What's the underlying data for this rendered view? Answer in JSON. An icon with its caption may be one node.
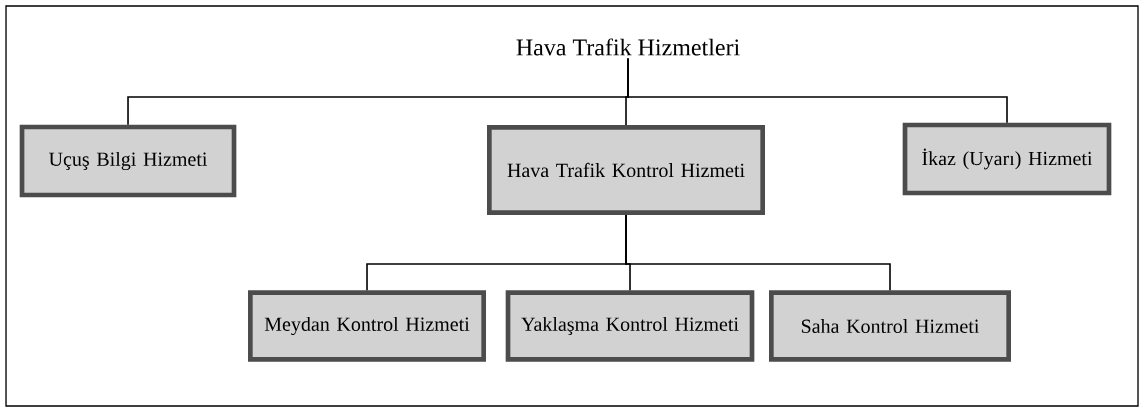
{
  "diagram": {
    "nodes": [
      {
        "text": [
          "Hava Trafik Hizmetleri"
        ]
      },
      {
        "text": [
          "Uçuş Bilgi Hizmeti"
        ]
      },
      {
        "text": [
          "Hava Trafik Kontrol Hizmeti"
        ]
      },
      {
        "text": [
          "İkaz (Uyarı) Hizmeti"
        ]
      },
      {
        "text": [
          "Meydan Kontrol Hizmeti"
        ]
      },
      {
        "text": [
          "Yaklaşma Kontrol Hizmeti"
        ]
      },
      {
        "text": [
          "Saha Kontrol Hizmeti"
        ]
      }
    ],
    "edges": [
      {
        "from": 0,
        "to": 1,
        "arrow": "none"
      },
      {
        "from": 0,
        "to": 2,
        "arrow": "none"
      },
      {
        "from": 0,
        "to": 3,
        "arrow": "none"
      },
      {
        "from": 2,
        "to": 4,
        "arrow": "none"
      },
      {
        "from": 2,
        "to": 5,
        "arrow": "none"
      },
      {
        "from": 2,
        "to": 6,
        "arrow": "none"
      }
    ]
  }
}
